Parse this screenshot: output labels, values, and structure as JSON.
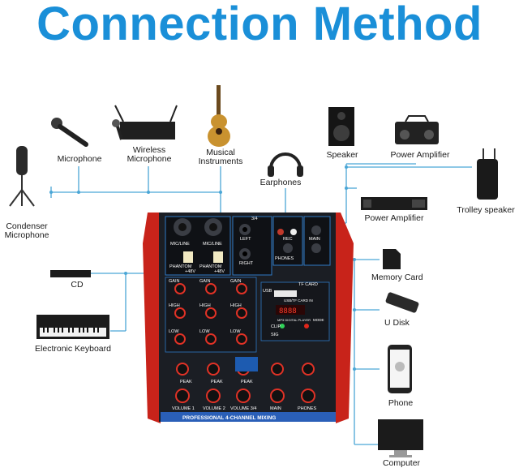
{
  "title": "Connection Method",
  "devices": {
    "microphone": "Microphone",
    "wireless_microphone": "Wireless Microphone",
    "musical_instruments": "Musical Instruments",
    "earphones": "Earphones",
    "speaker": "Speaker",
    "power_amplifier_top": "Power Amplifier",
    "power_amplifier": "Power Amplifier",
    "trolley_speaker": "Trolley speaker",
    "condenser_microphone": "Condenser Microphone",
    "cd": "CD",
    "electronic_keyboard": "Electronic Keyboard",
    "memory_card": "Memory Card",
    "u_disk": "U Disk",
    "phone": "Phone",
    "computer": "Computer"
  },
  "mixer": {
    "banner": "PROFESSIONAL 4-CHANNEL MIXING",
    "ch1_label": "VOLUME 1",
    "ch2_label": "VOLUME 2",
    "ch34_label": "VOLUME 3/4",
    "main_label": "MAIN",
    "phones_label": "PHONES",
    "gain": "GAIN",
    "high": "HIGH",
    "low": "LOW",
    "peak": "PEAK",
    "left": "LEFT",
    "right": "RIGHT",
    "phones_jack": "PHONES",
    "rec": "REC",
    "main_out": "MAIN",
    "tf_card": "TF CARD",
    "usb_tf_in": "USB/TF CARD IN",
    "usb": "USB",
    "mp3_player": "MP3 DIGITAL PLAYER",
    "mode": "MODE",
    "clip": "CLIP",
    "sig": "SIG",
    "phantom": "PHANTOM",
    "plus48v": "+48V",
    "mic_line": "MIC/LINE",
    "ch34": "3/4"
  },
  "colors": {
    "title": "#1a8fd8",
    "line": "#4aa6d6",
    "panel": "#1b1e24",
    "accent_red": "#d8281c",
    "knob_ring": "#e03226"
  }
}
